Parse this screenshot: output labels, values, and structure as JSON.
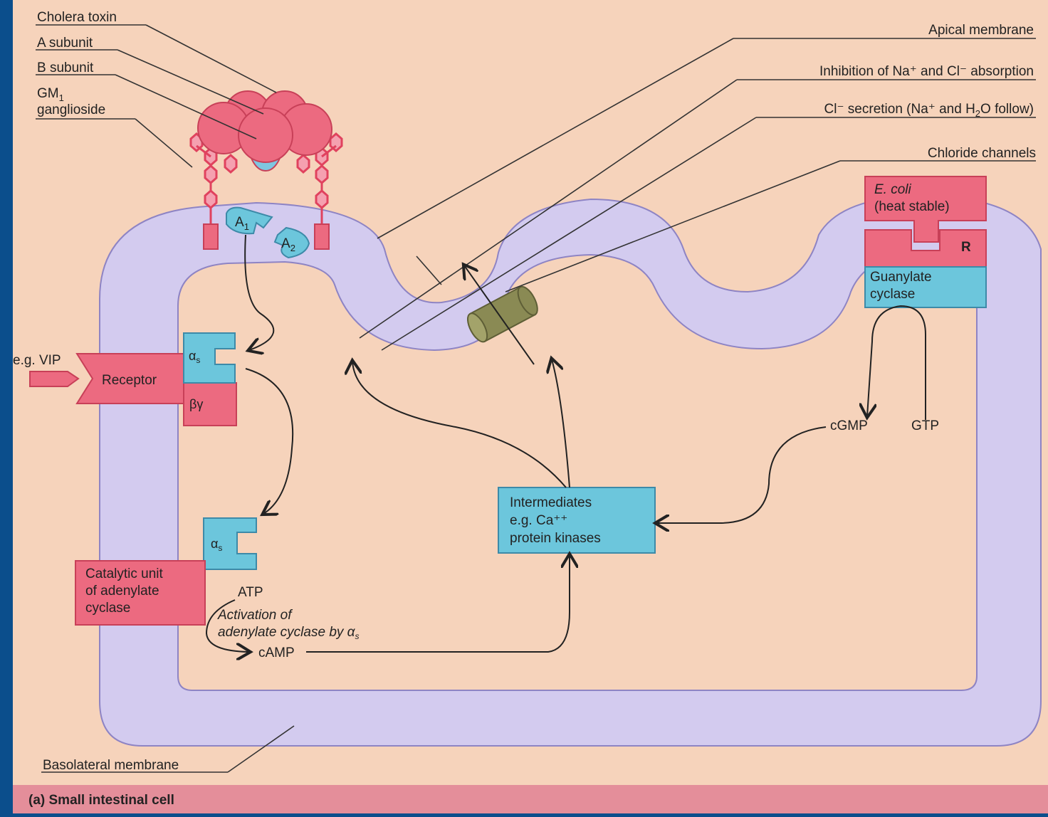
{
  "labels": {
    "cholera_toxin": "Cholera toxin",
    "a_subunit": "A subunit",
    "b_subunit": "B subunit",
    "gm1_line1": "GM",
    "gm1_sub": "1",
    "gm1_line2": "ganglioside",
    "apical_membrane": "Apical membrane",
    "inhibition": "Inhibition of Na⁺ and Cl⁻ absorption",
    "cl_secretion_a": "Cl⁻ secretion (Na⁺ and H",
    "cl_secretion_sub": "2",
    "cl_secretion_b": "O follow)",
    "chloride_channels": "Chloride channels",
    "a1": "A",
    "a1_sub": "1",
    "a2": "A",
    "a2_sub": "2",
    "eg_vip": "e.g. VIP",
    "receptor": "Receptor",
    "alpha_s": "α",
    "alpha_s_sub": "s",
    "beta_gamma": "βγ",
    "catalytic_1": "Catalytic unit",
    "catalytic_2": "of adenylate",
    "catalytic_3": "cyclase",
    "atp": "ATP",
    "activation_1": "Activation of",
    "activation_2": "adenylate cyclase by α",
    "activation_sub": "s",
    "camp": "cAMP",
    "intermediates_1": "Intermediates",
    "intermediates_2": "e.g. Ca⁺⁺",
    "intermediates_3": "protein kinases",
    "ecoli_1": "E. coli",
    "ecoli_2": "(heat stable)",
    "r": "R",
    "guanylate_1": "Guanylate",
    "guanylate_2": "cyclase",
    "cgmp": "cGMP",
    "gtp": "GTP",
    "basolateral": "Basolateral membrane",
    "caption": "(a) Small intestinal cell"
  },
  "colors": {
    "background": "#f6d3bb",
    "membrane": "#d3cbef",
    "cytoplasm": "#f6d3bb",
    "pink": "#ec6a80",
    "blue": "#6cc6dc",
    "channel": "#8a8a54",
    "caption_bar": "#e48e9a",
    "edge": "#0b4e8c"
  }
}
